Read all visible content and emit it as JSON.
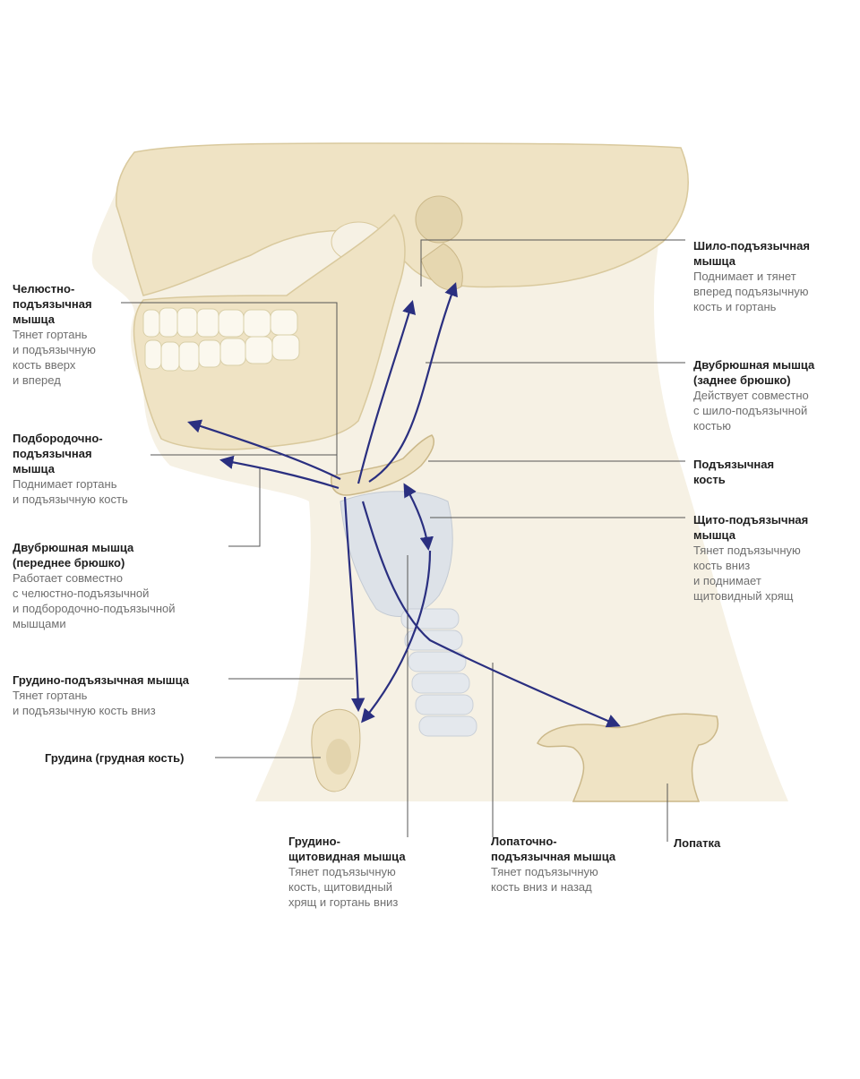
{
  "colors": {
    "bone": "#efe3c4",
    "bone_edge": "#d9c99d",
    "skin": "#f6f1e4",
    "cartilage": "#dde2e8",
    "arrow": "#2a2f80",
    "leader": "#555555",
    "title_text": "#1e1e1e",
    "desc_text": "#6f6f6f"
  },
  "labels": {
    "mylohyoid": {
      "title": "Челюстно-\nподъязычная\nмышца",
      "desc": "Тянет гортань\nи подъязычную\nкость вверх\nи вперед"
    },
    "geniohyoid": {
      "title": "Подбородочно-\nподъязычная\nмышца",
      "desc": "Поднимает гортань\nи подъязычную кость"
    },
    "digastric_anterior": {
      "title": "Двубрюшная мышца\n(переднее брюшко)",
      "desc": "Работает совместно\nс челюстно-подъязычной\nи подбородочно-подъязычной\nмышцами"
    },
    "sternohyoid": {
      "title": "Грудино-подъязычная мышца",
      "desc": "Тянет гортань\nи подъязычную кость вниз"
    },
    "sternum": {
      "title": "Грудина (грудная кость)"
    },
    "stylohyoid": {
      "title": "Шило-подъязычная\nмышца",
      "desc": "Поднимает и тянет\nвперед подъязычную\nкость и гортань"
    },
    "digastric_posterior": {
      "title": "Двубрюшная мышца\n(заднее брюшко)",
      "desc": "Действует совместно\nс шило-подъязычной\nкостью"
    },
    "hyoid": {
      "title": "Подъязычная\nкость"
    },
    "thyrohyoid": {
      "title": "Щито-подъязычная\nмышца",
      "desc": "Тянет подъязычную\nкость вниз\nи поднимает\nщитовидный хрящ"
    },
    "scapula": {
      "title": "Лопатка"
    },
    "sternothyroid": {
      "title": "Грудино-\nщитовидная мышца",
      "desc": "Тянет подъязычную\nкость, щитовидный\nхрящ и гортань вниз"
    },
    "omohyoid": {
      "title": "Лопаточно-\nподъязычная мышца",
      "desc": "Тянет подъязычную\nкость вниз и назад"
    }
  }
}
